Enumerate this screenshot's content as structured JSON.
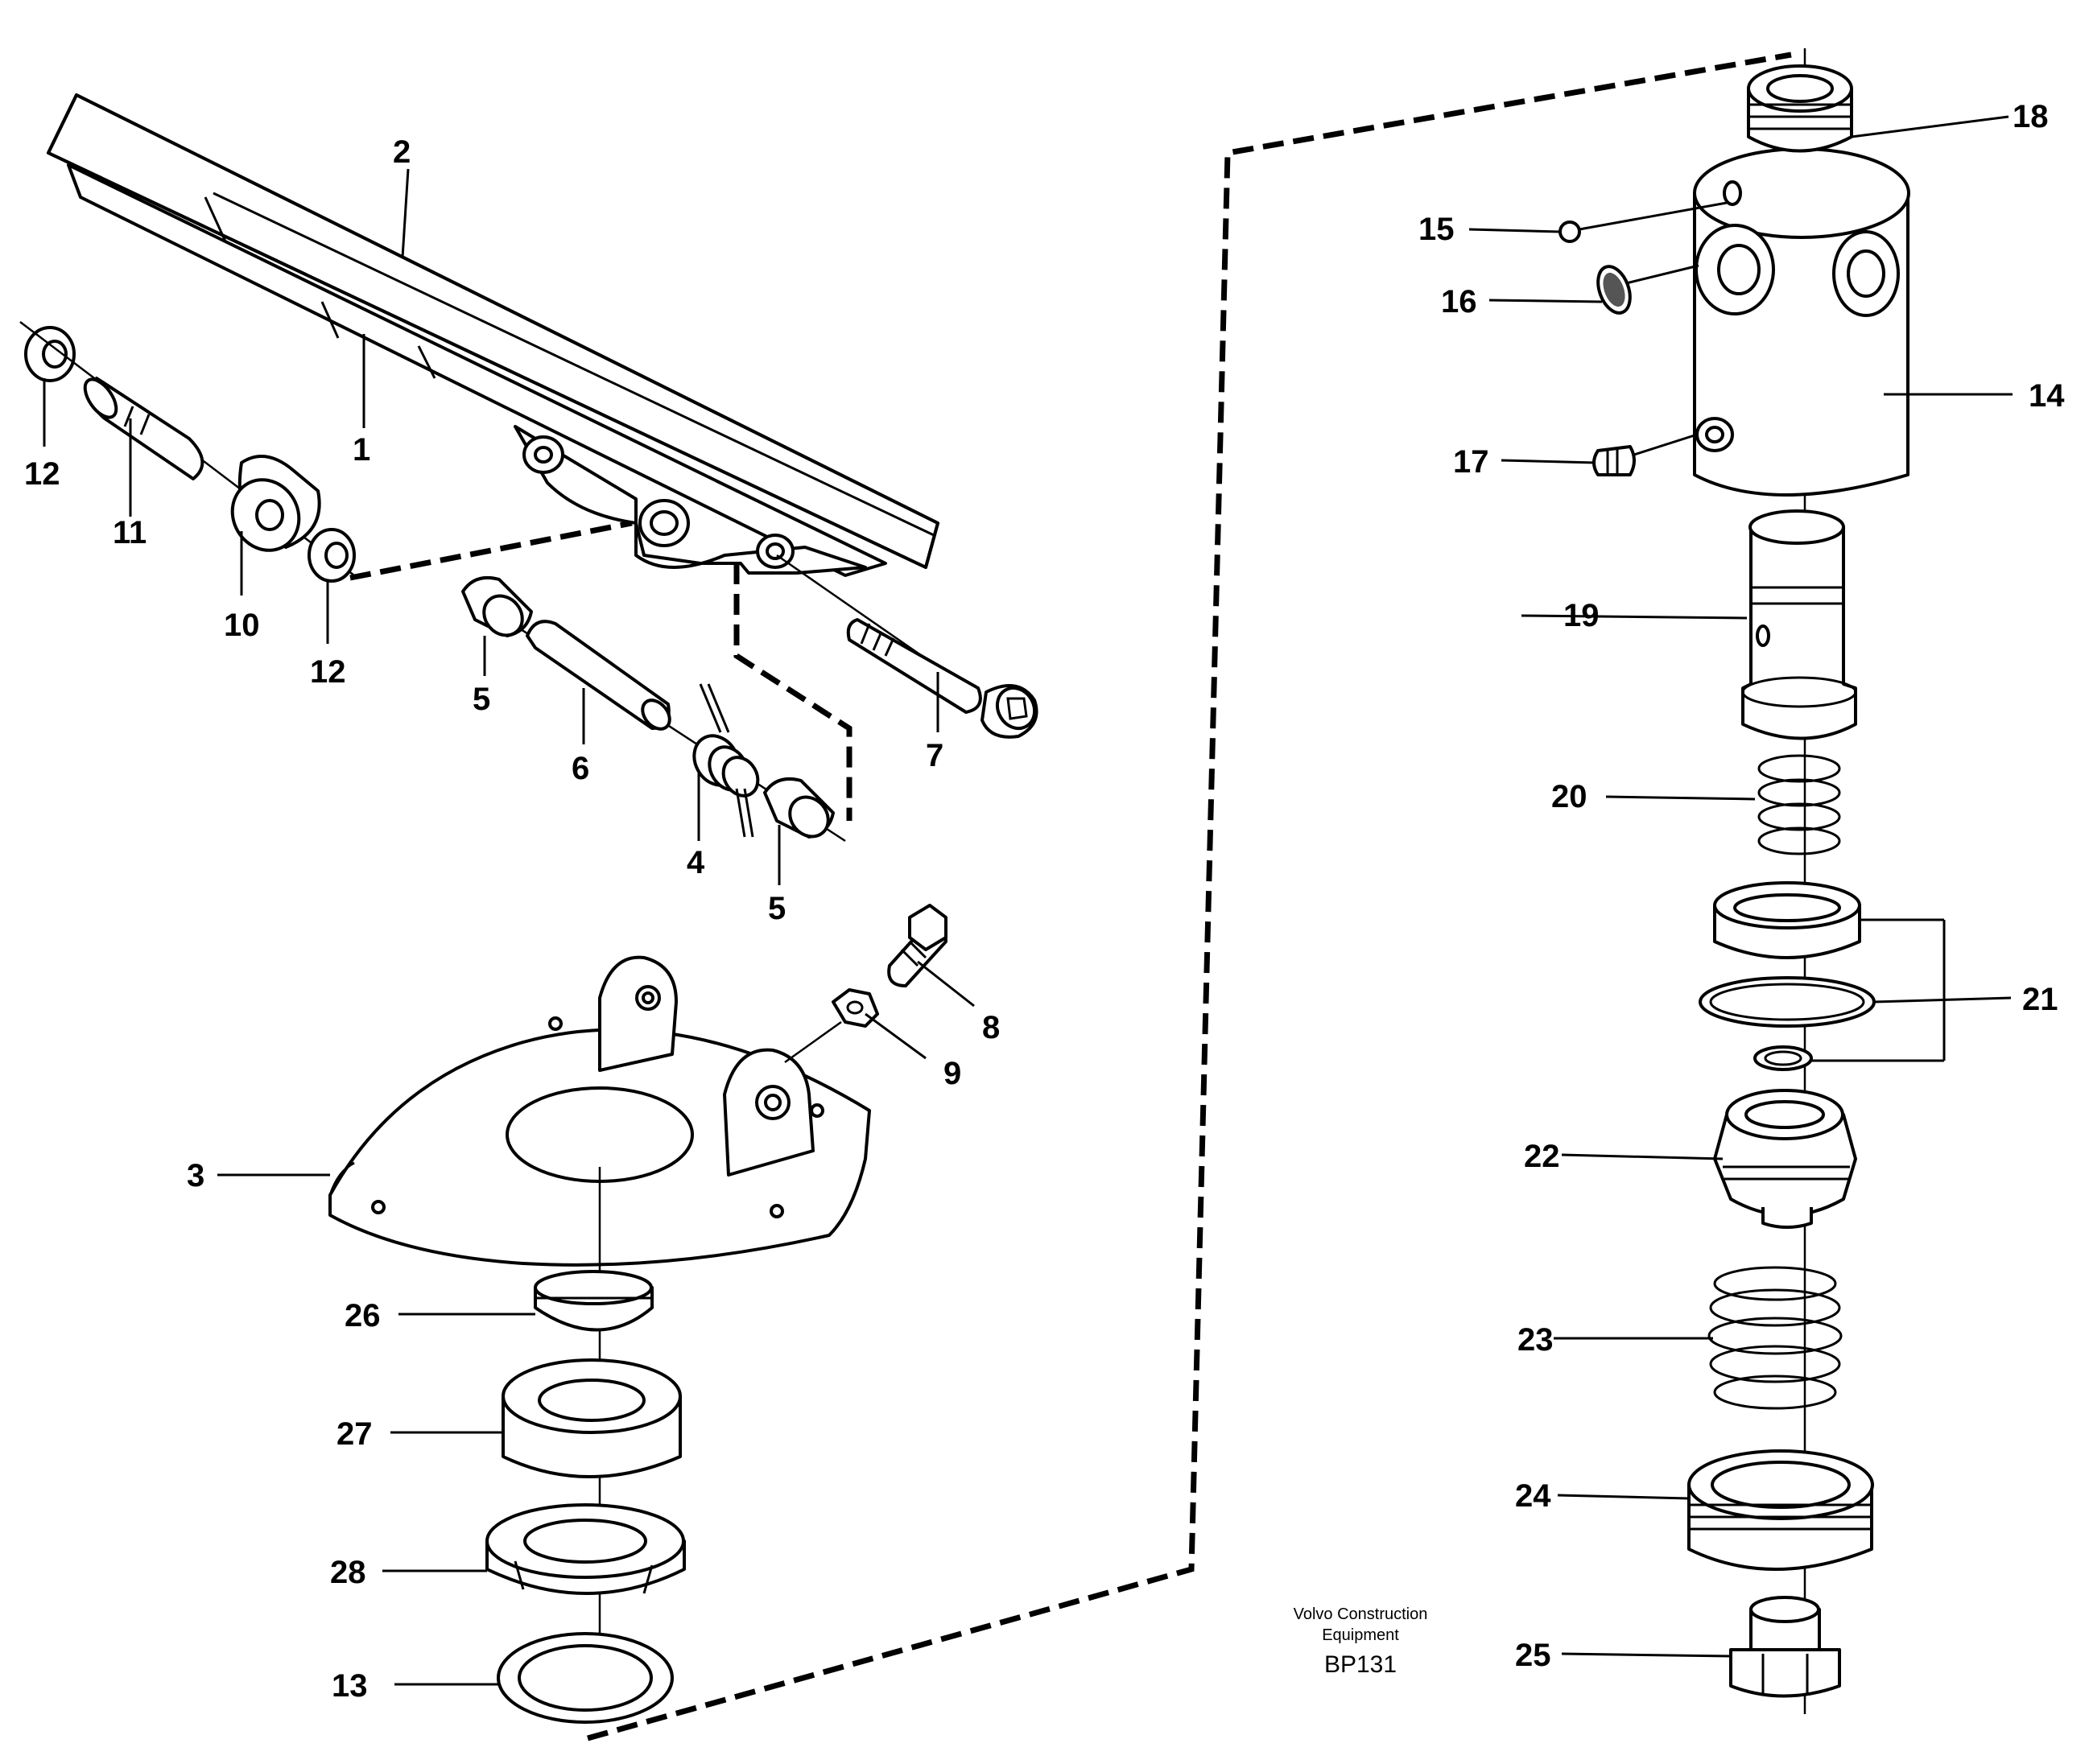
{
  "credit": {
    "line1": "Volvo Construction",
    "line2": "Equipment",
    "code": "BP131"
  },
  "callouts": {
    "c1": "1",
    "c2": "2",
    "c3": "3",
    "c4": "4",
    "c5a": "5",
    "c5b": "5",
    "c6": "6",
    "c7": "7",
    "c8": "8",
    "c9": "9",
    "c10": "10",
    "c11": "11",
    "c12a": "12",
    "c12b": "12",
    "c13": "13",
    "c14": "14",
    "c15": "15",
    "c16": "16",
    "c17": "17",
    "c18": "18",
    "c19": "19",
    "c20": "20",
    "c21": "21",
    "c22": "22",
    "c23": "23",
    "c24": "24",
    "c25": "25",
    "c26": "26",
    "c27": "27",
    "c28": "28"
  }
}
